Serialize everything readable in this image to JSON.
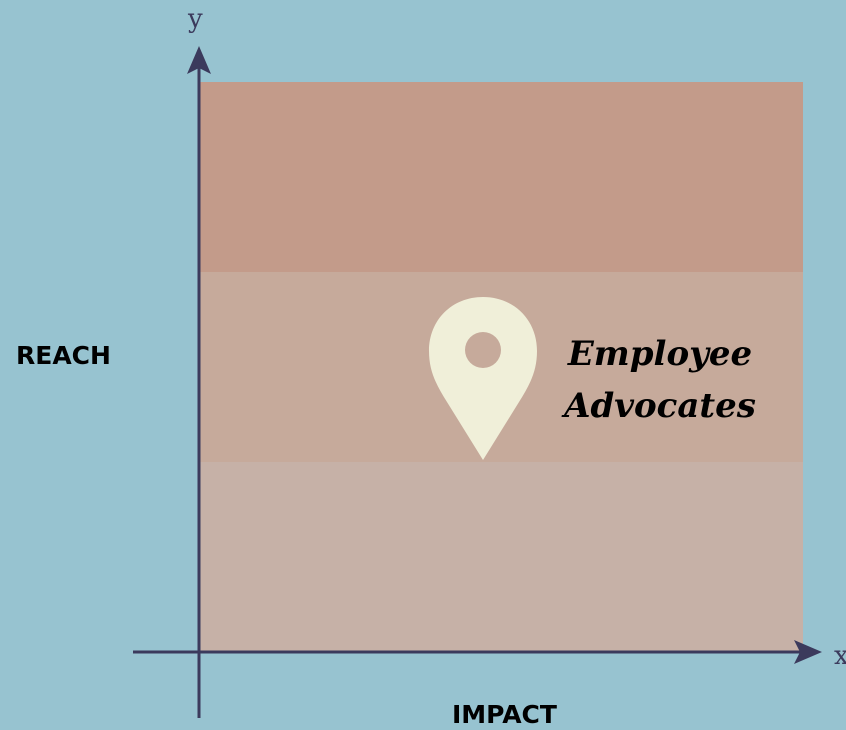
{
  "chart_data": {
    "type": "positioning-map",
    "axes": {
      "x_symbol": "x",
      "y_symbol": "y",
      "x_title": "IMPACT",
      "y_title": "REACH"
    },
    "bands": [
      {
        "level": "high",
        "color": "#c39b8a"
      },
      {
        "level": "medium",
        "color": "#c6aa9b"
      },
      {
        "level": "low",
        "color": "#c6b1a7"
      }
    ],
    "marker": {
      "label_lines": [
        "Employee",
        "Advocates"
      ],
      "band": "medium",
      "icon": "map-pin-icon",
      "color": "#f0efd9"
    }
  },
  "colors": {
    "background": "#97c3d0",
    "axis": "#3b3a5c"
  }
}
